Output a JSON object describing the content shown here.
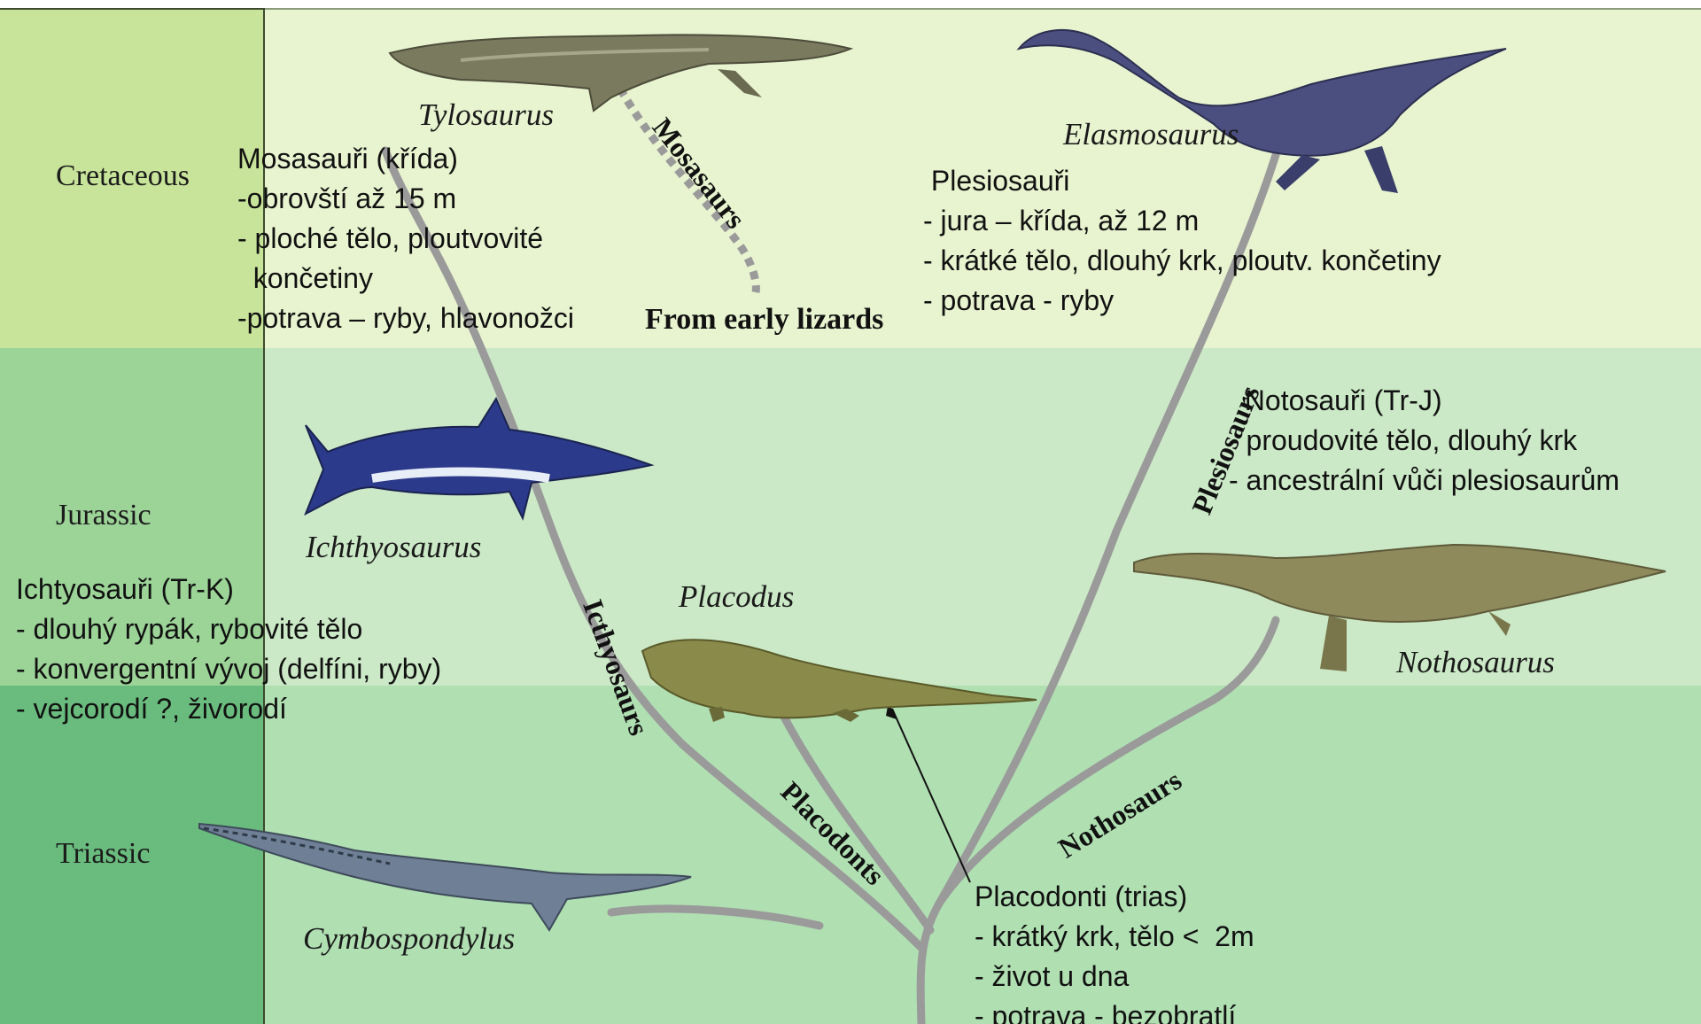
{
  "periods": {
    "cretaceous": "Cretaceous",
    "jurassic": "Jurassic",
    "triassic": "Triassic"
  },
  "colors": {
    "cretaceous_bg": "#e8f3cf",
    "jurassic_bg": "#cbe9c6",
    "triassic_bg": "#b0dfb2",
    "cretaceous_col": "#c8e49a",
    "jurassic_col": "#9cd498",
    "triassic_col": "#6abc7e",
    "branch": "#9a9a9a"
  },
  "species": {
    "tylosaurus": "Tylosaurus",
    "elasmosaurus": "Elasmosaurus",
    "ichthyosaurus": "Ichthyosaurus",
    "placodus": "Placodus",
    "nothosaurus": "Nothosaurus",
    "cymbospondylus": "Cymbospondylus"
  },
  "branches": {
    "mosasaurs": "Mosasaurs",
    "from_early_lizards": "From early lizards",
    "plesiosaurs": "Plesiosaurs",
    "icthyosaurs": "Icthyosaurs",
    "placodonts": "Placodonts",
    "nothosaurs": "Nothosaurs"
  },
  "notes": {
    "mosasauri": [
      "Mosasauři (křída)",
      "-obrovští až 15 m",
      "- ploché tělo, ploutvovité",
      "  končetiny",
      "-potrava – ryby, hlavonožci"
    ],
    "plesiosauri": [
      " Plesiosauři",
      "- jura – křída, až 12 m",
      "- krátké tělo, dlouhý krk, ploutv. končetiny",
      "- potrava - ryby"
    ],
    "notosauri": [
      "  Notosauři (Tr-J)",
      "- proudovité tělo, dlouhý krk",
      "- ancestrální vůči plesiosaurům"
    ],
    "ichtyosauri": [
      "Ichtyosauři (Tr-K)",
      "- dlouhý rypák, rybovité tělo",
      "- konvergentní vývoj (delfíni, ryby)",
      "- vejcorodí ?, živorodí"
    ],
    "placodonti": [
      "Placodonti (trias)",
      "- krátký krk, tělo <  2m",
      "- život u dna",
      "- potrava - bezobratlí"
    ]
  },
  "icons": [
    "tylosaurus-illustration",
    "elasmosaurus-illustration",
    "ichthyosaurus-illustration",
    "placodus-illustration",
    "nothosaurus-illustration",
    "cymbospondylus-illustration"
  ]
}
